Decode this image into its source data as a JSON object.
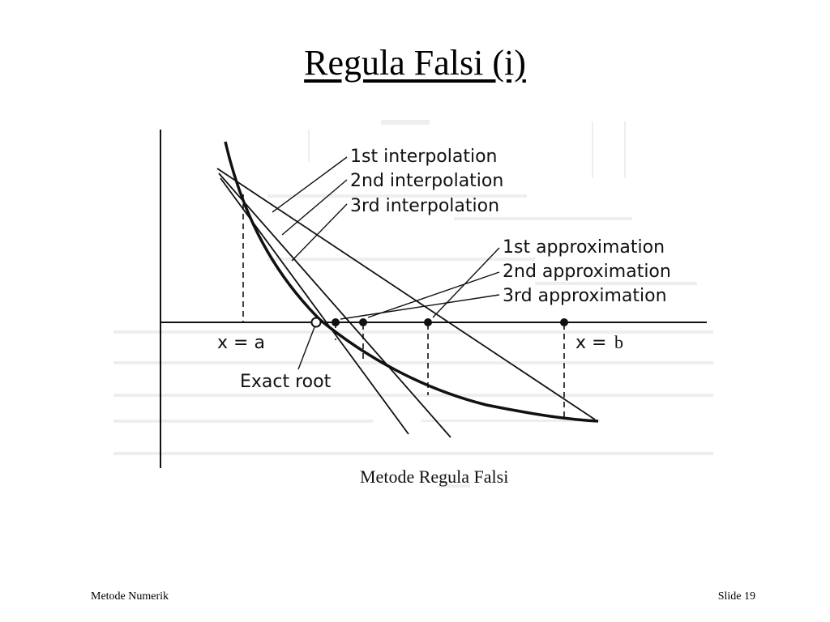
{
  "slide": {
    "title": "Regula Falsi (i)"
  },
  "figure": {
    "labels": {
      "interp1": "1st interpolation",
      "interp2": "2nd interpolation",
      "interp3": "3rd interpolation",
      "approx1": "1st approximation",
      "approx2": "2nd approximation",
      "approx3": "3rd approximation",
      "xa": "x = a",
      "xb": "x =",
      "xb_suffix": "b",
      "exact_root": "Exact root"
    },
    "caption": "Metode Regula Falsi"
  },
  "footer": {
    "left": "Metode Numerik",
    "right": "Slide 19"
  }
}
